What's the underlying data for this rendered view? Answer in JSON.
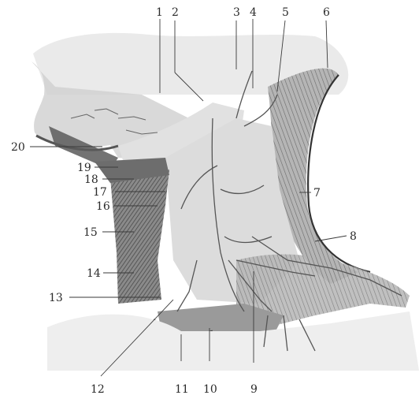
{
  "figure": {
    "labels": [
      "1",
      "2",
      "3",
      "4",
      "5",
      "6",
      "7",
      "8",
      "9",
      "10",
      "11",
      "12",
      "13",
      "14",
      "15",
      "16",
      "17",
      "18",
      "19",
      "20"
    ]
  }
}
